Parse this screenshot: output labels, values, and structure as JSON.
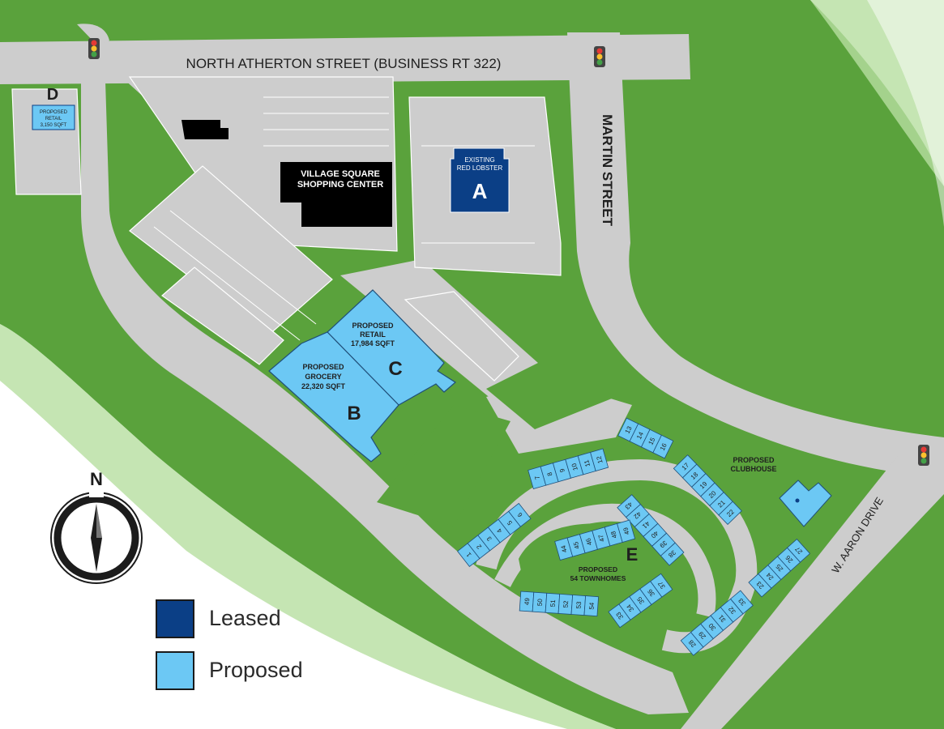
{
  "colors": {
    "grass": "#5aa23c",
    "grass_edge": "#9ccf7c",
    "pavement": "#cdcdcd",
    "leased": "#0b3f86",
    "proposed": "#6cc8f4",
    "existing_building": "#000000",
    "text_dark": "#1f1f1f"
  },
  "streets": {
    "north": "NORTH ATHERTON STREET (BUSINESS RT 322)",
    "martin": "MARTIN STREET",
    "aaron": "W. AARON DRIVE"
  },
  "buildings": {
    "village_square_1": "VILLAGE SQUARE",
    "village_square_2": "SHOPPING CENTER",
    "red_lobster_1": "EXISTING",
    "red_lobster_2": "RED LOBSTER",
    "red_lobster_letter": "A",
    "grocery_1": "PROPOSED",
    "grocery_2": "GROCERY",
    "grocery_3": "22,320 SQFT",
    "grocery_letter": "B",
    "retail_c_1": "PROPOSED",
    "retail_c_2": "RETAIL",
    "retail_c_3": "17,984 SQFT",
    "retail_c_letter": "C",
    "retail_d_letter": "D",
    "retail_d_1": "PROPOSED",
    "retail_d_2": "RETAIL",
    "retail_d_3": "3,150 SQFT",
    "clubhouse_1": "PROPOSED",
    "clubhouse_2": "CLUBHOUSE",
    "townhomes_letter": "E",
    "townhomes_1": "PROPOSED",
    "townhomes_2": "54 TOWNHOMES"
  },
  "compass": {
    "label": "N"
  },
  "legend": [
    {
      "label": "Leased",
      "color": "#0b3f86"
    },
    {
      "label": "Proposed",
      "color": "#6cc8f4"
    }
  ],
  "townhome_units": [
    "1",
    "2",
    "3",
    "4",
    "5",
    "6",
    "7",
    "8",
    "9",
    "10",
    "11",
    "12",
    "13",
    "14",
    "15",
    "16",
    "17",
    "18",
    "19",
    "20",
    "21",
    "22",
    "23",
    "24",
    "25",
    "26",
    "27",
    "28",
    "29",
    "30",
    "31",
    "32",
    "33",
    "34",
    "35",
    "36",
    "37",
    "38",
    "39",
    "40",
    "41",
    "42",
    "43",
    "44",
    "45",
    "46",
    "47",
    "48",
    "49",
    "50",
    "51",
    "52",
    "53",
    "54"
  ]
}
